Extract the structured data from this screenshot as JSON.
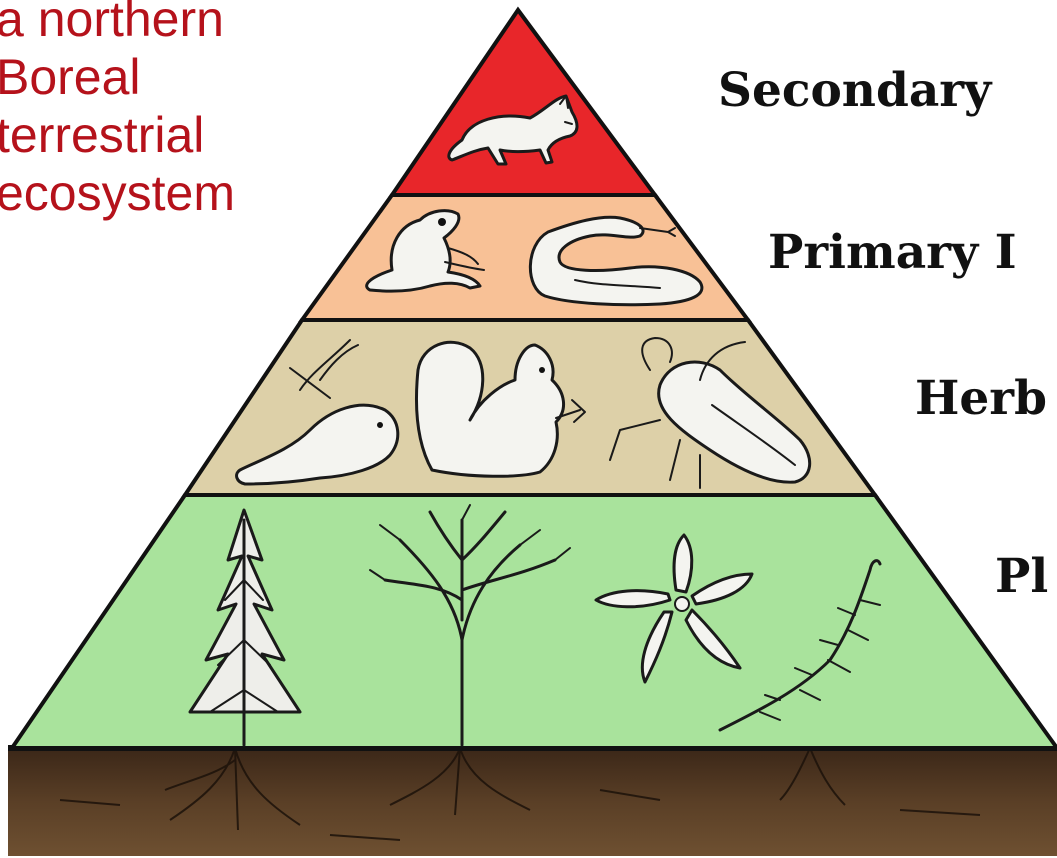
{
  "caption": {
    "line1": "a northern",
    "line2": "Boreal",
    "line3": "terrestrial",
    "line4": "ecosystem"
  },
  "levels": [
    {
      "label": "Secondary",
      "color": "#e8262a",
      "icons": [
        "fox-icon"
      ]
    },
    {
      "label": "Primary I",
      "color": "#f8c196",
      "icons": [
        "frog-icon",
        "snake-icon"
      ]
    },
    {
      "label": "Herb",
      "color": "#ddd0a8",
      "icons": [
        "hare-icon",
        "squirrel-icon",
        "beetle-icon"
      ]
    },
    {
      "label": "Pl",
      "color": "#a9e39c",
      "icons": [
        "spruce-tree-icon",
        "birch-tree-icon",
        "flower-icon",
        "moss-icon"
      ]
    }
  ],
  "soil": {
    "color": "#4a3320"
  }
}
